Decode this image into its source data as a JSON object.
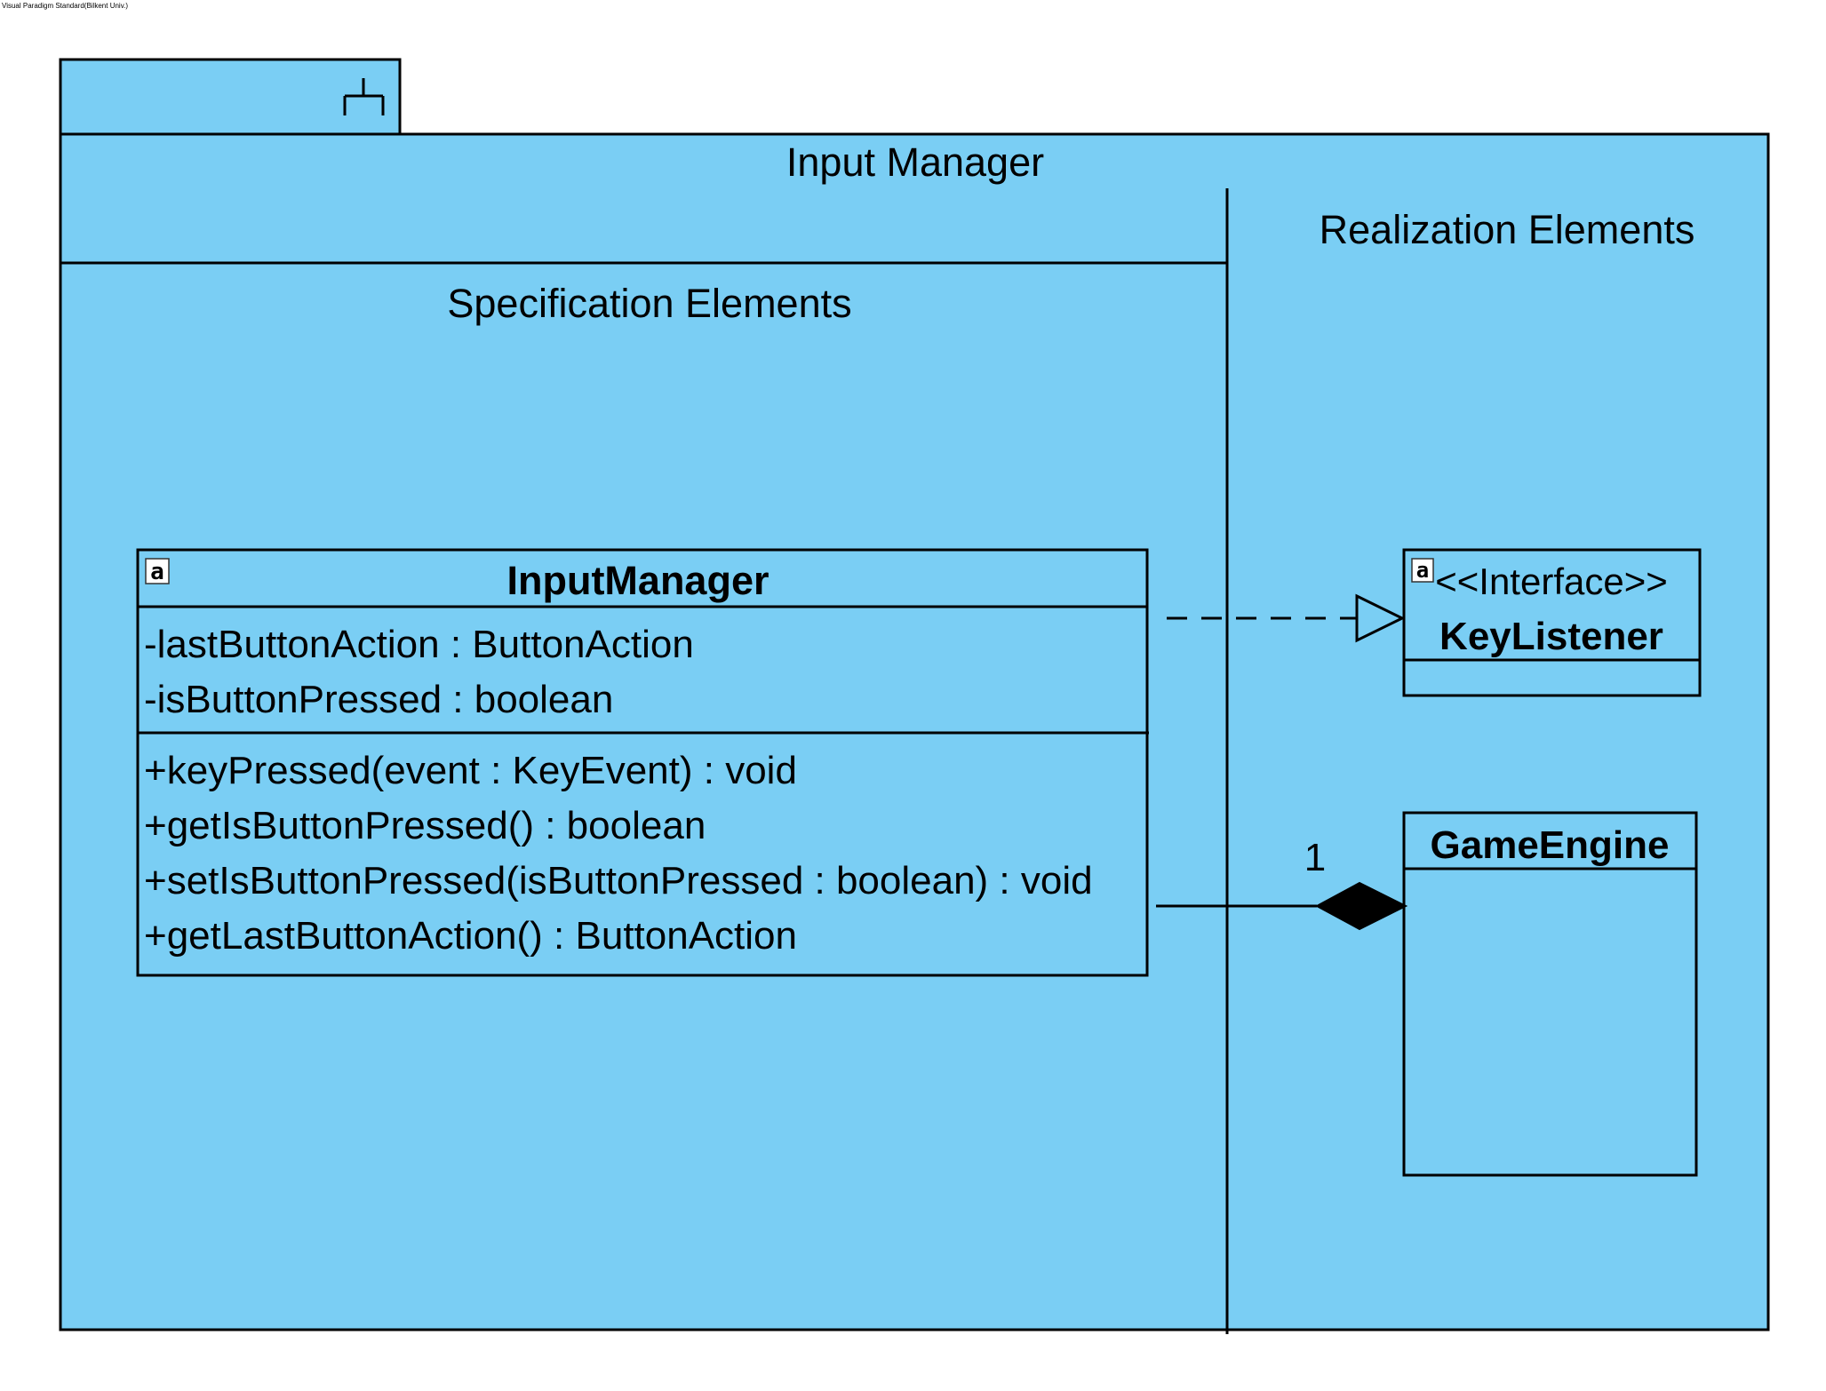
{
  "watermark": "Visual Paradigm Standard(Bilkent Univ.)",
  "colors": {
    "fill": "#7ACEF4",
    "stroke": "#000000",
    "background": "#FFFFFF"
  },
  "component": {
    "name": "Input Manager",
    "icon": "fork-icon",
    "specification_label": "Specification Elements",
    "realization_label": "Realization Elements"
  },
  "classes": {
    "input_manager": {
      "name": "InputManager",
      "icon": "abstract-class-icon",
      "attributes": [
        "-lastButtonAction : ButtonAction",
        "-isButtonPressed : boolean"
      ],
      "operations": [
        "+keyPressed(event : KeyEvent) : void",
        "+getIsButtonPressed() : boolean",
        "+setIsButtonPressed(isButtonPressed : boolean) : void",
        "+getLastButtonAction() : ButtonAction"
      ]
    },
    "key_listener": {
      "stereotype": "<<Interface>>",
      "name": "KeyListener",
      "icon": "abstract-class-icon"
    },
    "game_engine": {
      "name": "GameEngine"
    }
  },
  "relationships": {
    "realization": {
      "from": "InputManager",
      "to": "KeyListener"
    },
    "composition": {
      "from": "InputManager",
      "to": "GameEngine",
      "multiplicity": "1"
    }
  }
}
